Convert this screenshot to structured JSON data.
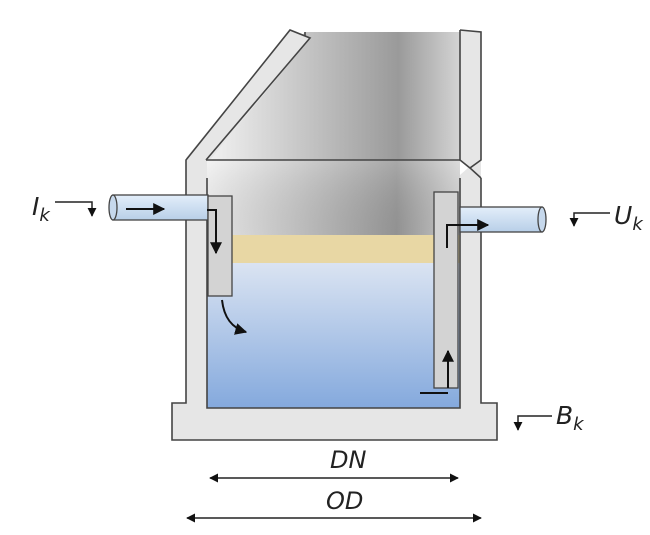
{
  "labels": {
    "inlet": {
      "main": "I",
      "sub": "k"
    },
    "outlet": {
      "main": "U",
      "sub": "k"
    },
    "bottom": {
      "main": "B",
      "sub": "k"
    },
    "inner_diameter": "DN",
    "outer_diameter": "OD"
  },
  "colors": {
    "concrete": "#e6e6e6",
    "outline": "#444444",
    "water_top": "#dbe4f2",
    "water_bottom": "#84a9dd",
    "scum_layer": "#e8d7a4",
    "pipe": "#d4e3f3",
    "arrow": "#111111"
  }
}
